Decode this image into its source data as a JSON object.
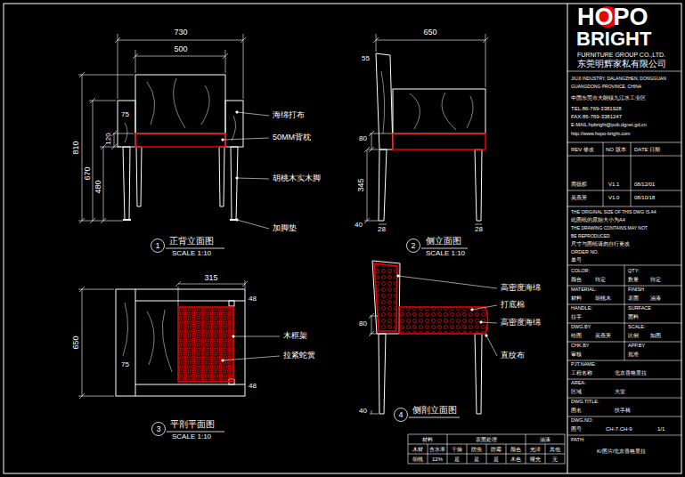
{
  "diagram": {
    "labels": [
      "730",
      "500",
      "810",
      "670",
      "480",
      "120",
      "75",
      "海绵打布",
      "50MM背枕",
      "胡桃木实木脚",
      "加脚垫",
      "1",
      "正背立面图",
      "SCALE 1:10",
      "650",
      "55",
      "80",
      "345",
      "40",
      "28",
      "28",
      "2",
      "侧立面图",
      "SCALE 1:10",
      "315",
      "48",
      "650",
      "75",
      "48",
      "木框架",
      "拉紧蛇簧",
      "3",
      "平剖平面图",
      "SCALE 1:10",
      "80",
      "40",
      "高密度海绵",
      "打底棉",
      "高密度海绵",
      "直纹布",
      "4",
      "侧剖立面图",
      "材料",
      "表面处理",
      "油漆",
      "木材",
      "含水率",
      "干燥",
      "防虫",
      "防霉",
      "颜色",
      "光泽",
      "其他",
      "胡桃",
      "12%",
      "是",
      "是",
      "是",
      "木色",
      "哑光",
      "无",
      "HOPO",
      "BRIGHT",
      "FURNITURE GROUP CO.,LTD.",
      "东莞明辉家私有限公司",
      "JIUJI INDUSTRY, DALANGZHEN, DONGGUAN",
      "GUANGDONG PROVINCE, CHINA",
      "中国东莞市大朗镇九江水工业区",
      "TEL:86-769-3381928",
      "FAX:86-769-3381247",
      "E-MAIL:hpbright@pub.dgnet.gd.cn",
      "http://www.hopo-bright.com",
      "REV 修改",
      "NO 版本",
      "DATE 日期",
      "周德权",
      "V1.1",
      "08/12/01",
      "吴燕芳",
      "V1.0",
      "08/10/18",
      "THE ORIGINAL SIZE OF THIS DWG IS A4",
      "此图纸的原始大小为A4",
      "THE DRAWING CONTAINS MAY NOT",
      "BE REPRODUCED",
      "尺寸与图纸请勿自行更改",
      "ORDER NO.",
      "单号",
      "COLOR:",
      "QTY:",
      "颜色",
      "待定",
      "数量",
      "待定",
      "MATERIAL:",
      "FINISH",
      "材料",
      "胡桃木",
      "表面",
      "油漆",
      "HANDLE:",
      "SURFACE",
      "拉手",
      "面料",
      "DWG.BY",
      "SCALE:",
      "绘图",
      "吴燕芳",
      "比例",
      "如图",
      "CHK.BY",
      "APP.BY",
      "审核",
      "批准",
      "PJT.NAME:",
      "工程名称",
      "北京香格里拉",
      "AREA:",
      "区域",
      "大堂",
      "DWG.TITLE:",
      "图名",
      "扶手椅",
      "DWG.NO:",
      "图号",
      "CH-7.CH-9",
      "1/1",
      "PATH:",
      "K/图片/北京香格里拉"
    ]
  }
}
